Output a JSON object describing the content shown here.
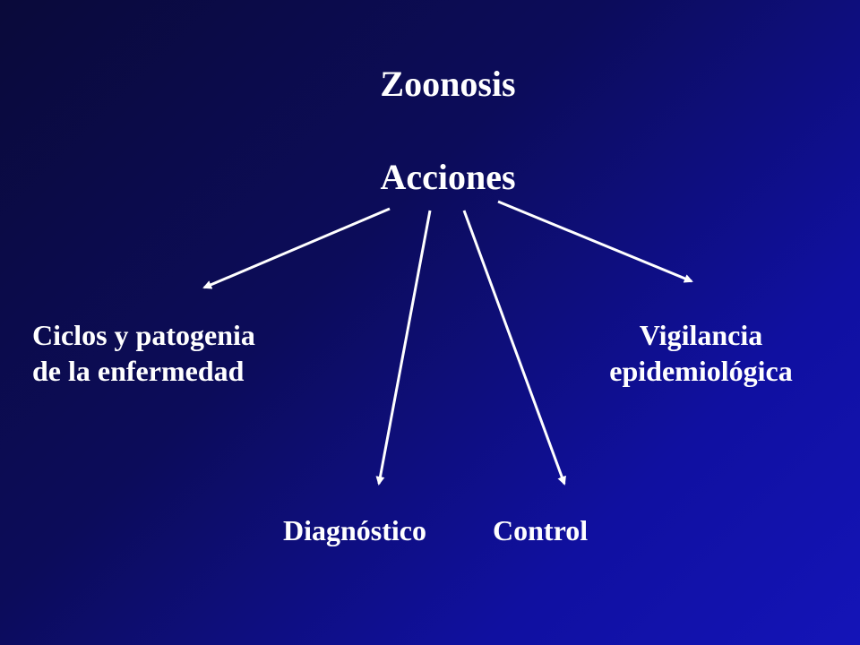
{
  "diagram": {
    "title": "Zoonosis",
    "root": "Acciones",
    "nodes": {
      "ciclos": {
        "line1": "Ciclos y patogenia",
        "line2": "de la enfermedad"
      },
      "vigilancia": {
        "line1": "Vigilancia",
        "line2": "epidemiológica"
      },
      "diagnostico": {
        "label": "Diagnóstico"
      },
      "control": {
        "label": "Control"
      }
    },
    "edges": [
      {
        "from": "Acciones",
        "to": "Ciclos y patogenia de la enfermedad"
      },
      {
        "from": "Acciones",
        "to": "Diagnóstico"
      },
      {
        "from": "Acciones",
        "to": "Control"
      },
      {
        "from": "Acciones",
        "to": "Vigilancia epidemiológica"
      }
    ]
  },
  "colors": {
    "text": "#ffffff",
    "arrow": "#ffffff"
  }
}
